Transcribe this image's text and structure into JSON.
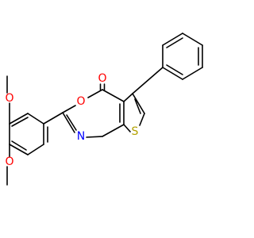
{
  "colors": {
    "bond": "#000000",
    "oxygen": "#ff0000",
    "nitrogen": "#0000ff",
    "sulfur": "#b3a100",
    "background": "#ffffff"
  },
  "atoms": {
    "o_carbonyl": "O",
    "o_ring": "O",
    "n_ring": "N",
    "s_ring": "S",
    "o_methoxy_upper": "O",
    "o_methoxy_lower": "O"
  }
}
